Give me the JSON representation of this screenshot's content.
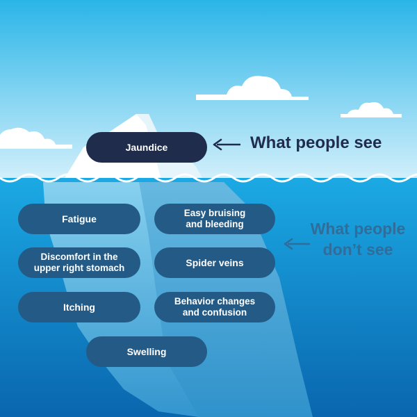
{
  "colors": {
    "sky_top": "#29b6e8",
    "sky_bottom": "#cfeefb",
    "sea_top": "#1aa7e3",
    "sea_bottom": "#0b6fb8",
    "ice_light": "#ffffff",
    "ice_under": "#8fd2ee",
    "pill_above": "#1f2c4c",
    "pill_below": "#245b86",
    "label_see": "#1f2c4c",
    "label_not_see": "#2f6d9b"
  },
  "above_water": {
    "items": [
      {
        "id": "jaundice",
        "label": "Jaundice"
      }
    ],
    "caption": "What people see"
  },
  "below_water": {
    "items": [
      {
        "id": "fatigue",
        "label": "Fatigue"
      },
      {
        "id": "easy-bruising",
        "label": "Easy bruising\nand bleeding"
      },
      {
        "id": "discomfort",
        "label": "Discomfort in the\nupper right stomach"
      },
      {
        "id": "spider-veins",
        "label": "Spider veins"
      },
      {
        "id": "itching",
        "label": "Itching"
      },
      {
        "id": "behavior-changes",
        "label": "Behavior changes\nand confusion"
      },
      {
        "id": "swelling",
        "label": "Swelling"
      }
    ],
    "caption": "What people\ndon’t see"
  },
  "icons": {
    "see_arrow": "left-arrow-icon",
    "not_see_arrow": "left-arrow-icon",
    "clouds": "cloud-icon"
  }
}
